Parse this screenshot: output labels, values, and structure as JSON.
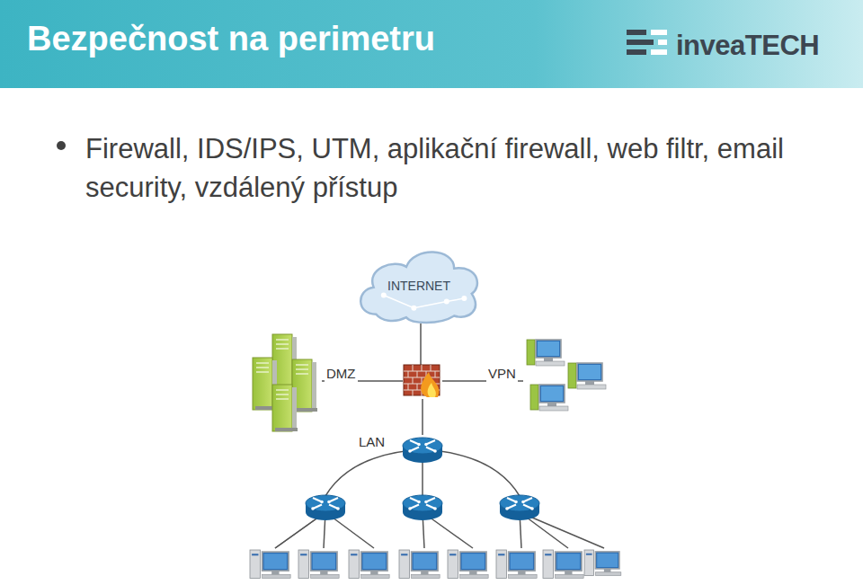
{
  "diagram": {
    "title": "Bezpečnost na perimetru",
    "nodes": [
      {
        "text": [
          "INTERNET"
        ]
      }
    ],
    "labels": [
      "inveaTECH",
      "Firewall, IDS/IPS, UTM, aplikační firewall, web filtr, email security, vzdálený přístup",
      "DMZ",
      "VPN",
      "LAN"
    ]
  }
}
